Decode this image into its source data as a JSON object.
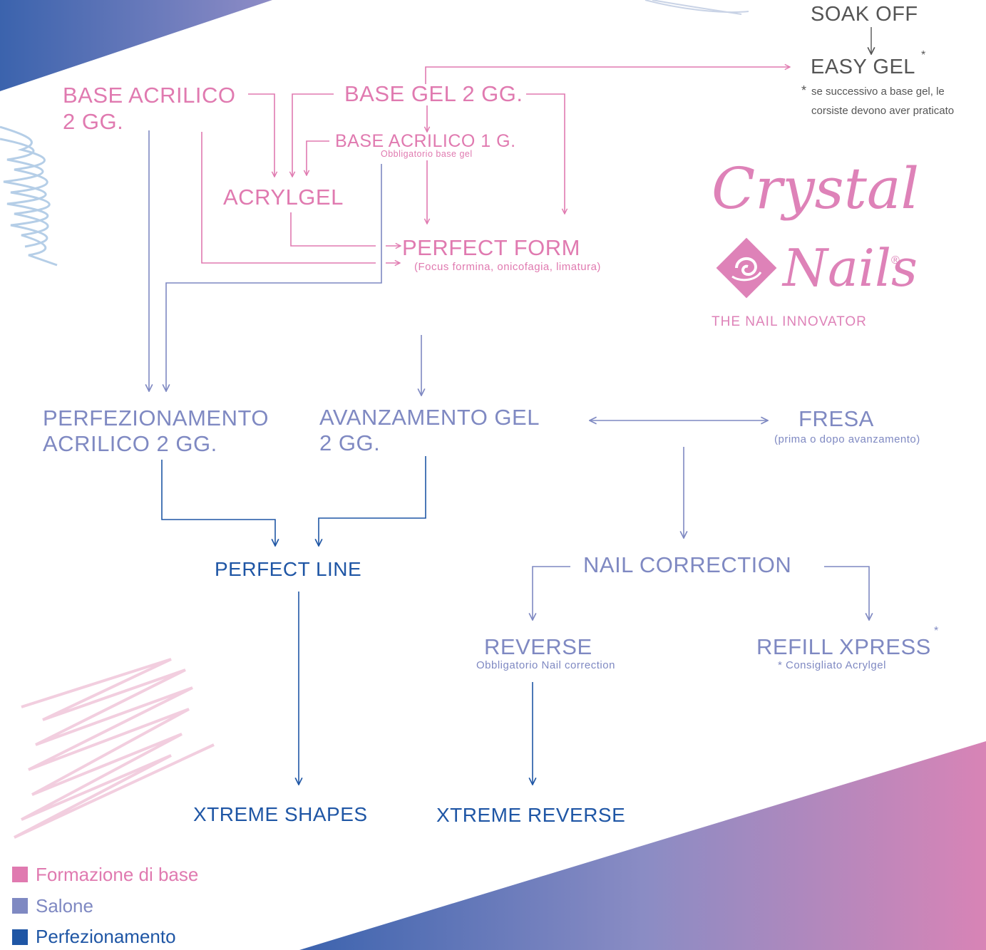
{
  "nodes": {
    "base_acrilico_2gg": {
      "line1": "BASE ACRILICO",
      "line2": "2 GG."
    },
    "base_gel_2gg": "BASE GEL 2 GG.",
    "base_acrilico_1g": {
      "title": "BASE ACRILICO 1 G.",
      "note": "Obbligatorio base gel"
    },
    "acrylgel": "ACRYLGEL",
    "perfect_form": {
      "title": "PERFECT FORM",
      "note": "(Focus formina, onicofagia, limatura)"
    },
    "soak_off": "SOAK OFF",
    "easy_gel": {
      "title": "EASY GEL",
      "asterisk": "*",
      "note_star": "*",
      "note_line1": "se successivo a base gel, le",
      "note_line2": "corsiste devono aver praticato"
    },
    "perfezionamento_acrilico": {
      "line1": "PERFEZIONAMENTO",
      "line2": "ACRILICO 2 GG."
    },
    "avanzamento_gel": {
      "line1": "AVANZAMENTO GEL",
      "line2": "2 GG."
    },
    "fresa": {
      "title": "FRESA",
      "note": "(prima o dopo avanzamento)"
    },
    "perfect_line": "PERFECT LINE",
    "nail_correction": "NAIL CORRECTION",
    "reverse": {
      "title": "REVERSE",
      "note": "Obbligatorio Nail correction"
    },
    "refill_xpress": {
      "title": "REFILL XPRESS",
      "asterisk": "*",
      "note": "* Consigliato Acrylgel"
    },
    "xtreme_shapes": "XTREME SHAPES",
    "xtreme_reverse": "XTREME REVERSE"
  },
  "logo": {
    "word1": "Crystal",
    "word2": "Nails",
    "registered": "®",
    "tagline": "THE NAIL INNOVATOR"
  },
  "legend": [
    {
      "label": "Formazione di base",
      "color": "#e07ab0"
    },
    {
      "label": "Salone",
      "color": "#7f89c2"
    },
    {
      "label": "Perfezionamento",
      "color": "#1f56a5"
    }
  ],
  "colors": {
    "pink": "#e07ab0",
    "lavender": "#7f89c2",
    "blue": "#1f56a5",
    "gray": "#555555"
  }
}
